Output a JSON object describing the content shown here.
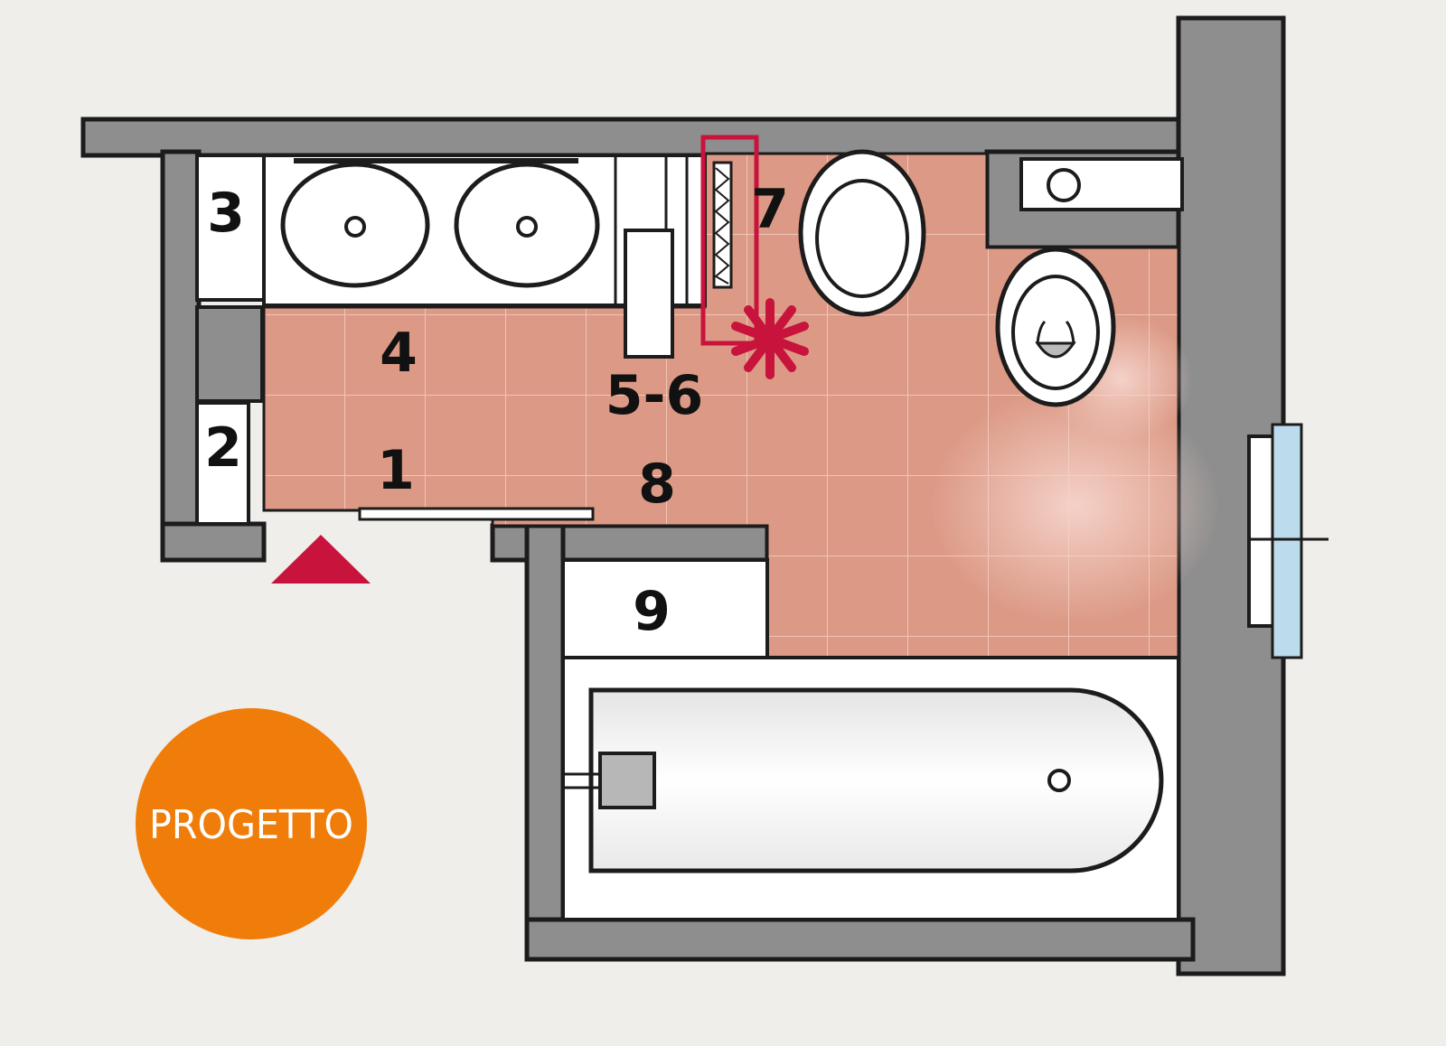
{
  "labels": {
    "n1": "1",
    "n2": "2",
    "n3": "3",
    "n4": "4",
    "n5_6": "5-6",
    "n7": "7",
    "n8": "8",
    "n9": "9"
  },
  "badge": {
    "text": "PROGETTO"
  },
  "colors": {
    "background": "#efeeea",
    "wall": "#8e8e8e",
    "wall_outline": "#1c1c1c",
    "tile_floor": "#dc9a86",
    "tile_grout": "#f1c4b6",
    "fixture_white": "#ffffff",
    "accent_red": "#c8143c",
    "badge_orange": "#f07d0a",
    "window_glass": "#bcdcee"
  },
  "icons": {
    "entrance": "entrance-arrow-icon",
    "heater": "towel-heater-icon",
    "asterisk": "asterisk-icon"
  }
}
